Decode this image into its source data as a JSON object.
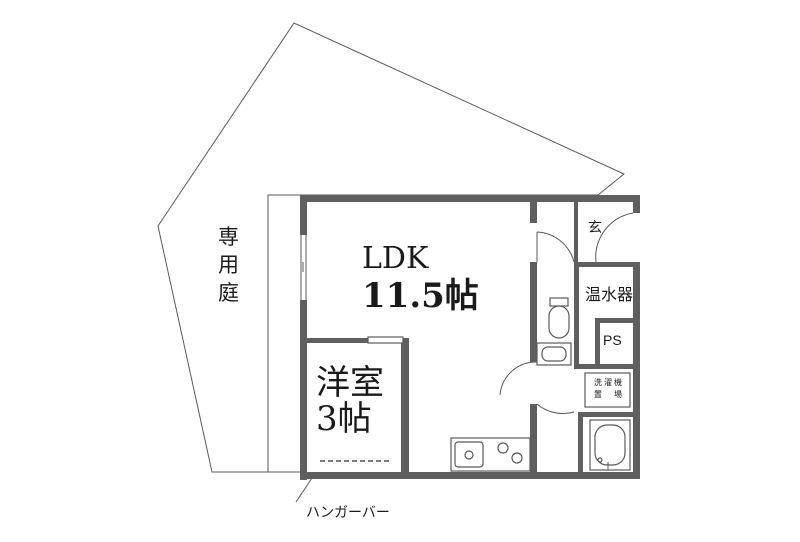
{
  "rooms": {
    "ldk": {
      "name": "LDK",
      "size": "11.5帖"
    },
    "western_room": {
      "name": "洋室",
      "size": "3帖"
    },
    "private_garden": {
      "name": "専用庭",
      "chars": [
        "専",
        "用",
        "庭"
      ]
    },
    "entrance": "玄",
    "water_heater": "温水器",
    "pipe_space": "PS",
    "washer_place": {
      "line1": "洗濯機",
      "line2": "置場",
      "chars": [
        "洗",
        "濯",
        "機",
        "置",
        "場"
      ]
    }
  },
  "annotations": {
    "hanger_bar": "ハンガーバー"
  }
}
